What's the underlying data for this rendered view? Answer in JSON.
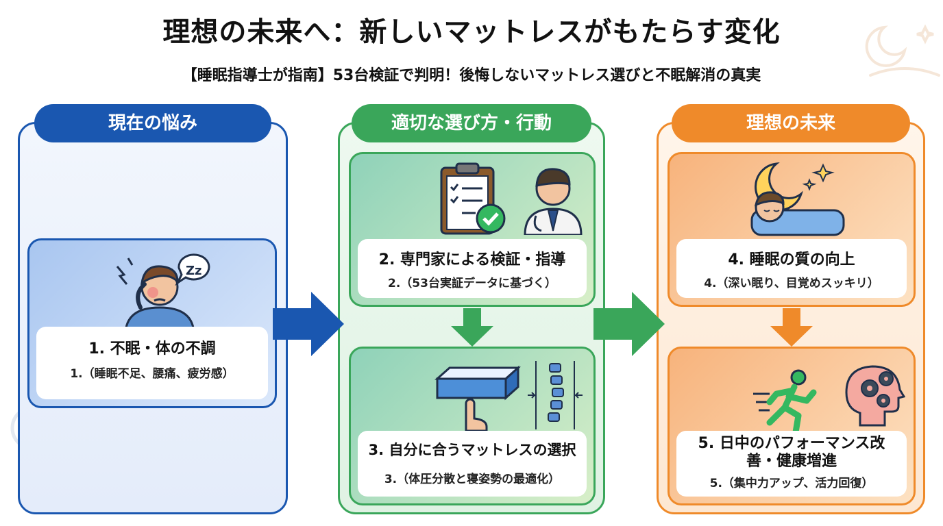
{
  "title": "理想の未来へ：新しいマットレスがもたらす変化",
  "subtitle": "【睡眠指導士が指南】53台検証で判明！後悔しないマットレス選びと不眠解消の真実",
  "columns": [
    {
      "header": "現在の悩み",
      "color": "#1a57b0"
    },
    {
      "header": "適切な選び方・行動",
      "color": "#3aa65a"
    },
    {
      "header": "理想の未来",
      "color": "#ef8a2a"
    }
  ],
  "steps": [
    {
      "title": "1. 不眠・体の不調",
      "detail": "1.（睡眠不足、腰痛、疲労感）",
      "icon": "headache-person-icon"
    },
    {
      "title": "2. 専門家による検証・指導",
      "detail": "2.（53台実証データに基づく）",
      "icon": "clipboard-doctor-icon"
    },
    {
      "title": "3. 自分に合うマットレスの選択",
      "detail": "3.（体圧分散と寝姿勢の最適化）",
      "icon": "mattress-spine-icon"
    },
    {
      "title": "4. 睡眠の質の向上",
      "detail": "4.（深い眠り、目覚めスッキリ）",
      "icon": "sleeping-moon-icon"
    },
    {
      "title": "5. 日中のパフォーマンス改善・健康増進",
      "detail": "5.（集中力アップ、活力回復）",
      "icon": "running-brain-icon"
    }
  ],
  "colors": {
    "blue": "#1a57b0",
    "green": "#3aa65a",
    "orange": "#ef8a2a"
  },
  "zzz": "Zz"
}
